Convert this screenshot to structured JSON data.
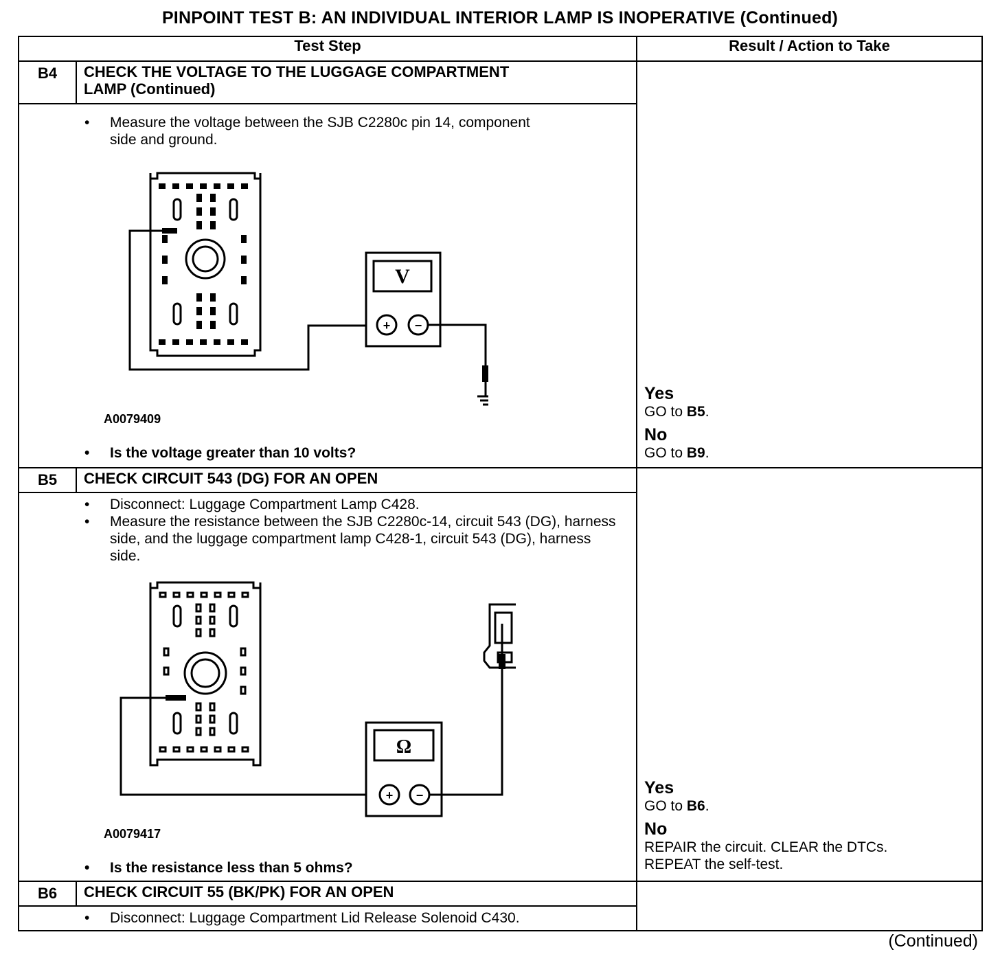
{
  "title": "PINPOINT TEST  B: AN INDIVIDUAL INTERIOR LAMP IS INOPERATIVE (Continued)",
  "headers": {
    "test_step": "Test Step",
    "result": "Result / Action to Take"
  },
  "steps": {
    "b4": {
      "id": "B4",
      "heading_line1": "CHECK THE VOLTAGE TO THE LUGGAGE COMPARTMENT",
      "heading_line2": "LAMP (Continued)",
      "instructions": [
        "Measure the voltage between the SJB C2280c pin 14, component side and ground."
      ],
      "figure_code": "A0079409",
      "meter_symbol": "V",
      "question": "Is the voltage greater than 10 volts?",
      "yes_label": "Yes",
      "yes_prefix": "GO to ",
      "yes_target": "B5",
      "no_label": "No",
      "no_prefix": "GO to ",
      "no_target": "B9"
    },
    "b5": {
      "id": "B5",
      "heading": "CHECK CIRCUIT 543 (DG) FOR AN OPEN",
      "instruction1": "Disconnect: Luggage Compartment Lamp C428.",
      "instruction2": "Measure the resistance between the SJB C2280c-14, circuit 543 (DG), harness side, and the luggage compartment lamp C428-1, circuit 543 (DG), harness side.",
      "figure_code": "A0079417",
      "meter_symbol": "Ω",
      "question": "Is the resistance less than 5 ohms?",
      "yes_label": "Yes",
      "yes_prefix": "GO to ",
      "yes_target": "B6",
      "no_label": "No",
      "no_text1": "REPAIR the circuit. CLEAR the DTCs.",
      "no_text2": "REPEAT the self-test."
    },
    "b6": {
      "id": "B6",
      "heading": "CHECK CIRCUIT 55 (BK/PK) FOR AN OPEN",
      "instruction1": "Disconnect: Luggage Compartment Lid Release Solenoid C430."
    }
  },
  "bullet": "•",
  "continued": "(Continued)",
  "meter_plus": "+",
  "meter_minus": "−"
}
